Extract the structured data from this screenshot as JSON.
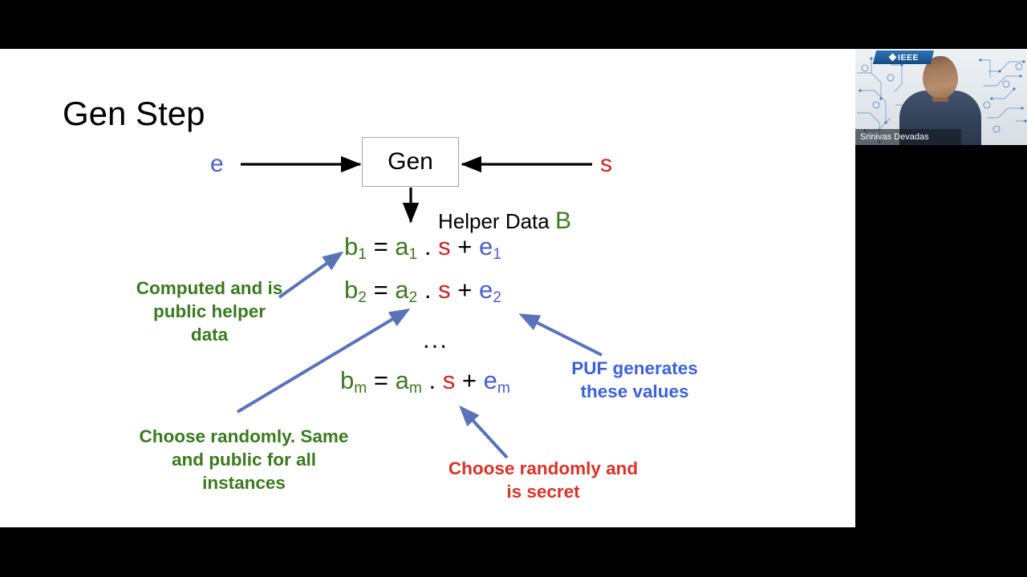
{
  "slide": {
    "title": "Gen Step",
    "diagram": {
      "box_label": "Gen",
      "input_left_label": "e",
      "input_right_label": "s",
      "output_label": "Helper Data",
      "output_symbol": "B"
    },
    "equations": [
      {
        "lhs": "b",
        "lhs_sub": "1",
        "eq": "=",
        "a": "a",
        "a_sub": "1",
        "dot": ".",
        "s": "s",
        "plus": "+",
        "e": "e",
        "e_sub": "1"
      },
      {
        "lhs": "b",
        "lhs_sub": "2",
        "eq": "=",
        "a": "a",
        "a_sub": "2",
        "dot": ".",
        "s": "s",
        "plus": "+",
        "e": "e",
        "e_sub": "2"
      },
      {
        "lhs": "b",
        "lhs_sub": "m",
        "eq": "=",
        "a": "a",
        "a_sub": "m",
        "dot": ".",
        "s": "s",
        "plus": "+",
        "e": "e",
        "e_sub": "m"
      }
    ],
    "ellipsis": "...",
    "annotations": {
      "computed": "Computed and is public helper data",
      "choose_public": "Choose randomly. Same and public for all instances",
      "choose_secret": "Choose randomly and is secret",
      "puf": "PUF generates these values"
    },
    "colors": {
      "b_a_green": "#3c7a22",
      "s_red": "#d42020",
      "e_blue": "#4a5fd0",
      "anno_green": "#3a7a1e",
      "anno_red": "#dc3126",
      "anno_blue": "#3d62d8",
      "arrow_blue": "#5b72b8",
      "box_border": "#a6a6a6"
    }
  },
  "video": {
    "logo_text": "IEEE",
    "speaker_name": "Srinivas Devadas"
  }
}
